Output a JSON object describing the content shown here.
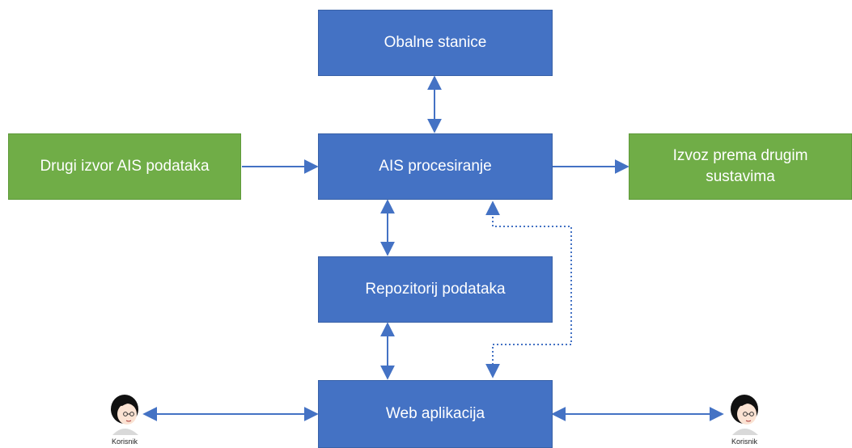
{
  "nodes": {
    "coastal_stations": "Obalne stanice",
    "ais_processing": "AIS procesiranje",
    "other_ais_source": "Drugi izvor AIS podataka",
    "export_systems": "Izvoz prema drugim sustavima",
    "data_repository": "Repozitorij podataka",
    "web_app": "Web aplikacija"
  },
  "users": {
    "left_label": "Korisnik",
    "right_label": "Korisnik"
  },
  "colors": {
    "blue_box": "#4472c4",
    "green_box": "#70ad47",
    "arrow": "#4472c4"
  }
}
